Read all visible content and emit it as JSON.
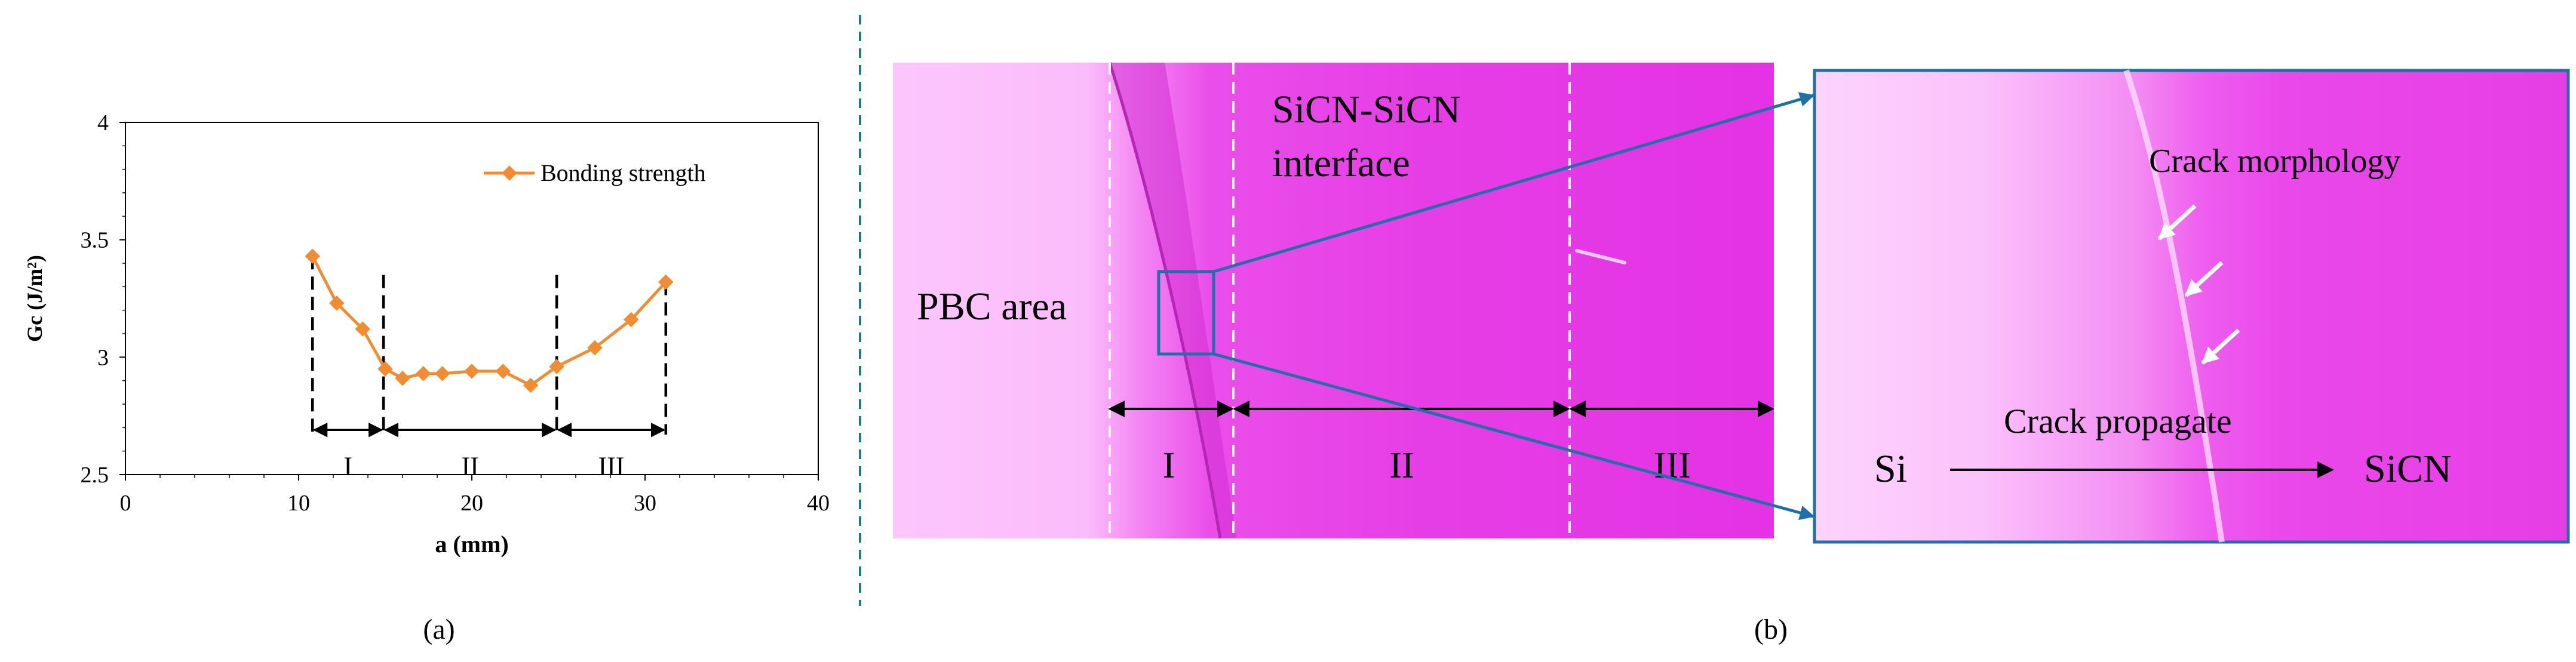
{
  "chart_data": {
    "type": "line",
    "title": "",
    "xlabel": "a (mm)",
    "ylabel": "Gc (J/m²)",
    "xlim": [
      0,
      40
    ],
    "ylim": [
      2.5,
      4
    ],
    "x_ticks": [
      "0",
      "10",
      "20",
      "30",
      "40"
    ],
    "y_ticks": [
      "2.5",
      "3",
      "3.5",
      "4"
    ],
    "grid": false,
    "legend": "top-right",
    "series": [
      {
        "name": "Bonding strength",
        "color": "#f08c32",
        "x": [
          10.8,
          12.2,
          13.7,
          15.0,
          16.0,
          17.2,
          18.3,
          20.0,
          21.8,
          23.4,
          24.9,
          27.1,
          29.2,
          31.2
        ],
        "y": [
          3.43,
          3.23,
          3.12,
          2.95,
          2.91,
          2.93,
          2.93,
          2.94,
          2.94,
          2.88,
          2.96,
          3.04,
          3.16,
          3.32
        ]
      }
    ],
    "dividers_x": [
      10.8,
      14.9,
      24.9,
      31.2
    ],
    "regions": [
      "I",
      "II",
      "III"
    ]
  },
  "panel_a": {
    "caption": "(a)"
  },
  "panel_b": {
    "caption": "(b)",
    "main": {
      "interface_label_1": "SiCN-SiCN",
      "interface_label_2": "interface",
      "pbc_label": "PBC area",
      "regions": [
        "I",
        "II",
        "III"
      ]
    },
    "zoom": {
      "crack_morphology": "Crack morphology",
      "crack_propagate": "Crack propagate",
      "left_material": "Si",
      "right_material": "SiCN"
    },
    "colors": {
      "arrow": "#1f6fa8",
      "magenta": "#e83ae8",
      "light_pink": "#fbc0fb"
    }
  }
}
